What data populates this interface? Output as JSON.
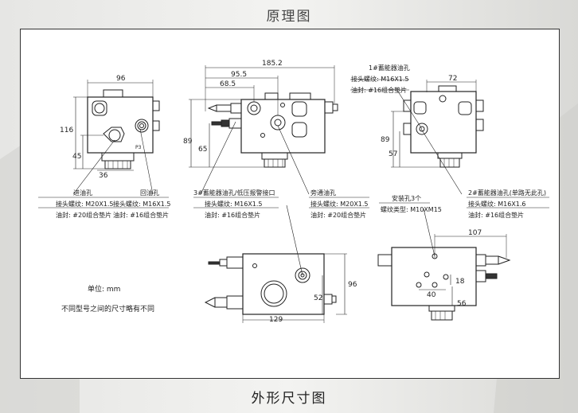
{
  "header": {
    "title": "原理图"
  },
  "footer": {
    "title": "外形尺寸图"
  },
  "notes": {
    "unit": "单位: mm",
    "disclaimer": "不同型号之间的尺寸略有不同"
  },
  "dimensions": {
    "view1": {
      "width": "96",
      "height": "116",
      "offset": "45",
      "bottom": "36"
    },
    "view2": {
      "total": "185.2",
      "d1": "95.5",
      "d2": "68.5",
      "h1": "89",
      "h2": "65"
    },
    "view3": {
      "width": "72",
      "h1": "89",
      "h2": "57"
    },
    "view4": {
      "length": "129",
      "height": "96",
      "offset": "52"
    },
    "view5": {
      "length": "107",
      "d1": "18",
      "d2": "40",
      "h": "56"
    }
  },
  "view_labels": {
    "p_mark": "P3"
  },
  "callouts": [
    {
      "title": "进油孔",
      "line1": "接头螺纹: M20X1.5",
      "line2": "油封: #20组合垫片"
    },
    {
      "title": "回油孔",
      "line1": "接头螺纹: M16X1.5",
      "line2": "油封: #16组合垫片"
    },
    {
      "title": "3#蓄能器油孔/低压报警接口",
      "line1": "接头螺纹: M16X1.5",
      "line2": "油封: #16组合垫片"
    },
    {
      "title": "旁通油孔",
      "line1": "接头螺纹: M20X1.5",
      "line2": "油封: #20组合垫片"
    },
    {
      "title": "1#蓄能器油孔",
      "line1": "接头螺纹: M16X1.5",
      "line2": "油封: #16组合垫片"
    },
    {
      "title": "安装孔3个",
      "line1": "螺纹类型: M10XM15",
      "line2": ""
    },
    {
      "title": "2#蓄能器油孔(单路无此孔)",
      "line1": "接头螺纹: M16X1.6",
      "line2": "油封: #16组合垫片"
    }
  ]
}
